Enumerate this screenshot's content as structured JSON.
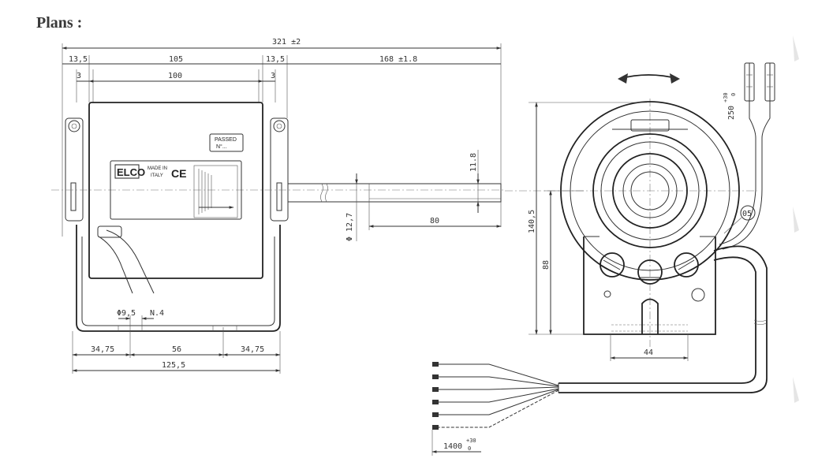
{
  "page": {
    "title": "Plans :"
  },
  "side_view": {
    "dimensions": {
      "overall": "321 ±2",
      "end_cap_left": "13,5",
      "body": "105",
      "end_cap_right": "13,5",
      "shaft_length": "168 ±1.8",
      "inset_left": "3",
      "inner_body": "100",
      "inset_right": "3",
      "shaft_flat": "11.8",
      "shaft_diameter": "Φ 12,7",
      "shaft_flat_length": "80",
      "hole_diameter": "Φ9,5",
      "hole_count": "N.4",
      "foot_left": "34,75",
      "foot_center": "56",
      "foot_right": "34,75",
      "foot_total": "125,5"
    },
    "label_plate": {
      "brand": "ELCO",
      "made_in": "MADE IN",
      "country": "ITALY",
      "ce": "CE"
    },
    "passed_tag": {
      "line1": "PASSED",
      "line2": "N°..."
    }
  },
  "front_view": {
    "dimensions": {
      "height_total": "140,5",
      "height_axis": "88",
      "base_width": "44",
      "wire_length": "1400",
      "wire_tol_upper": "+30",
      "wire_tol_lower": "0",
      "connector_length": "250",
      "connector_tol_upper": "+30",
      "connector_tol_lower": "0"
    },
    "callout": "05"
  }
}
